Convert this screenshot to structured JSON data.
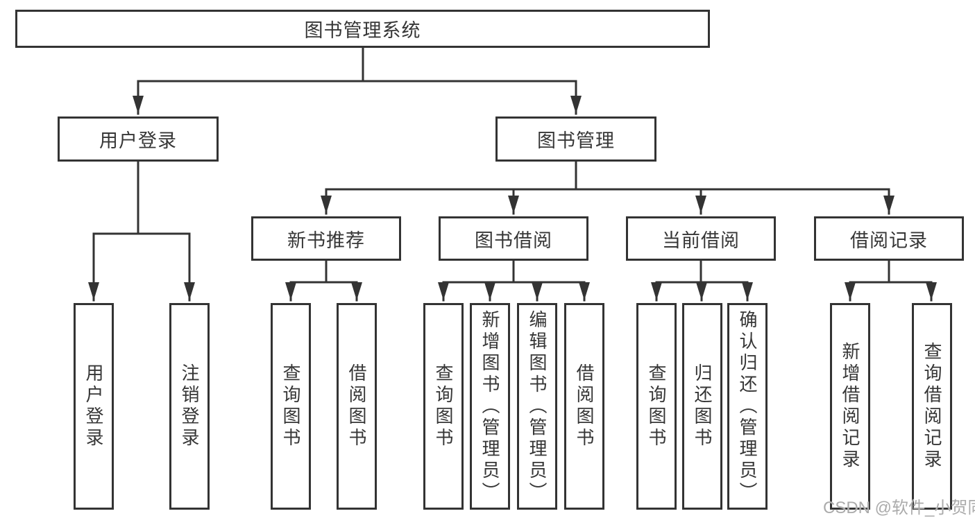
{
  "diagram_title": "图书管理系统",
  "tree": {
    "label": "图书管理系统",
    "children": [
      {
        "label": "用户登录",
        "children": [
          {
            "label": "用户登录"
          },
          {
            "label": "注销登录"
          }
        ]
      },
      {
        "label": "图书管理",
        "children": [
          {
            "label": "新书推荐",
            "children": [
              {
                "label": "查询图书"
              },
              {
                "label": "借阅图书"
              }
            ]
          },
          {
            "label": "图书借阅",
            "children": [
              {
                "label": "查询图书"
              },
              {
                "label": "新增图书（管理员）"
              },
              {
                "label": "编辑图书（管理员）"
              },
              {
                "label": "借阅图书"
              }
            ]
          },
          {
            "label": "当前借阅",
            "children": [
              {
                "label": "查询图书"
              },
              {
                "label": "归还图书"
              },
              {
                "label": "确认归还（管理员）"
              }
            ]
          },
          {
            "label": "借阅记录",
            "children": [
              {
                "label": "新增借阅记录"
              },
              {
                "label": "查询借阅记录"
              }
            ]
          }
        ]
      }
    ]
  },
  "watermark": "CSDN @软件_小贺同学",
  "colors": {
    "line": "#333333",
    "box_border": "#333333",
    "text": "#363636",
    "background": "#ffffff",
    "watermark": "#ababab"
  }
}
